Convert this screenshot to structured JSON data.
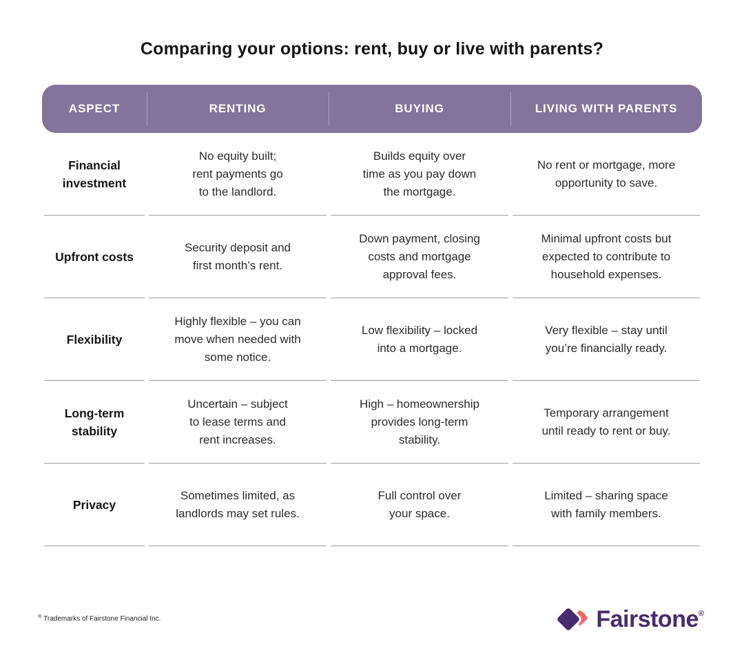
{
  "title": "Comparing your options: rent, buy or live with parents?",
  "table": {
    "headers": [
      "ASPECT",
      "RENTING",
      "BUYING",
      "LIVING WITH PARENTS"
    ],
    "rows": [
      {
        "aspect": "Financial\ninvestment",
        "renting": "No equity built;\nrent payments go\nto the landlord.",
        "buying": "Builds equity over\ntime as you pay down\nthe mortgage.",
        "parents": "No rent or mortgage, more\nopportunity to save."
      },
      {
        "aspect": "Upfront costs",
        "renting": "Security deposit and\nfirst month’s rent.",
        "buying": "Down payment, closing\ncosts and mortgage\napproval fees.",
        "parents": "Minimal upfront costs but\nexpected to contribute to\nhousehold expenses."
      },
      {
        "aspect": "Flexibility",
        "renting": "Highly flexible – you can\nmove when needed with\nsome notice.",
        "buying": "Low flexibility – locked\ninto a mortgage.",
        "parents": "Very flexible – stay until\nyou’re financially ready."
      },
      {
        "aspect": "Long-term\nstability",
        "renting": "Uncertain – subject\nto lease terms and\nrent increases.",
        "buying": "High – homeownership\nprovides long-term\nstability.",
        "parents": "Temporary arrangement\nuntil ready to rent or buy."
      },
      {
        "aspect": "Privacy",
        "renting": "Sometimes limited, as\nlandlords may set rules.",
        "buying": "Full control over\nyour space.",
        "parents": "Limited – sharing space\nwith family members."
      }
    ]
  },
  "chart_data": {
    "type": "table",
    "title": "Comparing your options: rent, buy or live with parents?",
    "columns": [
      "ASPECT",
      "RENTING",
      "BUYING",
      "LIVING WITH PARENTS"
    ],
    "rows": [
      [
        "Financial investment",
        "No equity built; rent payments go to the landlord.",
        "Builds equity over time as you pay down the mortgage.",
        "No rent or mortgage, more opportunity to save."
      ],
      [
        "Upfront costs",
        "Security deposit and first month’s rent.",
        "Down payment, closing costs and mortgage approval fees.",
        "Minimal upfront costs but expected to contribute to household expenses."
      ],
      [
        "Flexibility",
        "Highly flexible – you can move when needed with some notice.",
        "Low flexibility – locked into a mortgage.",
        "Very flexible – stay until you’re financially ready."
      ],
      [
        "Long-term stability",
        "Uncertain – subject to lease terms and rent increases.",
        "High – homeownership provides long-term stability.",
        "Temporary arrangement until ready to rent or buy."
      ],
      [
        "Privacy",
        "Sometimes limited, as landlords may set rules.",
        "Full control over your space.",
        "Limited – sharing space with family members."
      ]
    ],
    "layout_hints": {
      "header_style": "solid purple rounded bar, white uppercase labels",
      "row_separators": "thin gray horizontal lines with small gaps at column boundaries",
      "cell_alignment": "center"
    }
  },
  "footer": {
    "trademark_symbol": "®",
    "trademark_text": " Trademarks of Fairstone Financial Inc.",
    "brand_name": "Fairstone",
    "brand_reg": "®"
  },
  "colors": {
    "header_bg": "#83749B",
    "header_divider": "#AEA3C0",
    "row_line": "#9E9E9E",
    "title_text": "#151515",
    "cell_text": "#2B2B2B",
    "brand_purple": "#472D6E",
    "brand_coral": "#F4655F"
  }
}
